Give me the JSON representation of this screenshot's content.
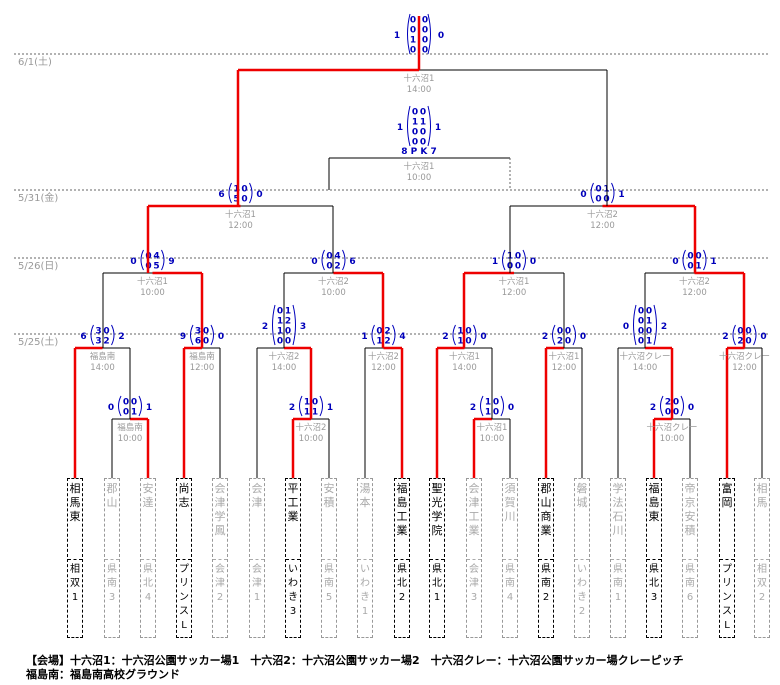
{
  "dates": [
    "6/1(土)",
    "5/31(金)",
    "5/26(日)",
    "5/25(土)"
  ],
  "teams": [
    {
      "name": "相馬東",
      "league": "相双1",
      "advanced": true
    },
    {
      "name": "郡山",
      "league": "県南3",
      "advanced": false
    },
    {
      "name": "安達",
      "league": "県北4",
      "advanced": false
    },
    {
      "name": "尚志",
      "league": "プリンスL",
      "advanced": true
    },
    {
      "name": "会津学鳳",
      "league": "会津2",
      "advanced": false
    },
    {
      "name": "会津",
      "league": "会津1",
      "advanced": false
    },
    {
      "name": "平工業",
      "league": "いわき3",
      "advanced": true
    },
    {
      "name": "安積",
      "league": "県南5",
      "advanced": false
    },
    {
      "name": "湯本",
      "league": "いわき1",
      "advanced": false
    },
    {
      "name": "福島工業",
      "league": "県北2",
      "advanced": true
    },
    {
      "name": "聖光学院",
      "league": "県北1",
      "advanced": true
    },
    {
      "name": "会津工業",
      "league": "会津3",
      "advanced": false
    },
    {
      "name": "須賀川",
      "league": "県南4",
      "advanced": false
    },
    {
      "name": "郡山商業",
      "league": "県南2",
      "advanced": true
    },
    {
      "name": "磐城",
      "league": "いわき2",
      "advanced": false
    },
    {
      "name": "学法石川",
      "league": "県南1",
      "advanced": false
    },
    {
      "name": "福島東",
      "league": "県北3",
      "advanced": true
    },
    {
      "name": "帝京安積",
      "league": "県南6",
      "advanced": false
    },
    {
      "name": "富岡",
      "league": "プリンスL",
      "advanced": true
    },
    {
      "name": "相馬",
      "league": "相双2",
      "advanced": false
    }
  ],
  "matches": {
    "final": {
      "venue": "十六沼1",
      "time": "14:00",
      "left": "1",
      "right": "0",
      "ht": [
        [
          "0",
          "0"
        ],
        [
          "0",
          "0"
        ],
        [
          "1",
          "0"
        ],
        [
          "0",
          "0"
        ]
      ]
    },
    "third": {
      "venue": "十六沼1",
      "time": "10:00",
      "left": "1",
      "right": "1",
      "ht": [
        [
          "0",
          "0"
        ],
        [
          "1",
          "1"
        ],
        [
          "0",
          "0"
        ],
        [
          "0",
          "0"
        ]
      ],
      "pk": "8 P K 7"
    },
    "sf1": {
      "venue": "十六沼1",
      "time": "12:00",
      "left": "6",
      "right": "0",
      "ht": [
        [
          "1",
          "0"
        ],
        [
          "5",
          "0"
        ]
      ]
    },
    "sf2": {
      "venue": "十六沼2",
      "time": "12:00",
      "left": "0",
      "right": "1",
      "ht": [
        [
          "0",
          "1"
        ],
        [
          "0",
          "0"
        ]
      ]
    },
    "qf1": {
      "venue": "十六沼1",
      "time": "10:00",
      "left": "0",
      "right": "9",
      "ht": [
        [
          "0",
          "4"
        ],
        [
          "0",
          "5"
        ]
      ]
    },
    "qf2": {
      "venue": "十六沼2",
      "time": "10:00",
      "left": "0",
      "right": "6",
      "ht": [
        [
          "0",
          "4"
        ],
        [
          "0",
          "2"
        ]
      ]
    },
    "qf3": {
      "venue": "十六沼1",
      "time": "12:00",
      "left": "1",
      "right": "0",
      "ht": [
        [
          "1",
          "0"
        ],
        [
          "0",
          "0"
        ]
      ]
    },
    "qf4": {
      "venue": "十六沼2",
      "time": "12:00",
      "left": "0",
      "right": "1",
      "ht": [
        [
          "0",
          "0"
        ],
        [
          "0",
          "1"
        ]
      ]
    },
    "r2a": {
      "venue": "福島南",
      "time": "14:00",
      "left": "6",
      "right": "2",
      "ht": [
        [
          "3",
          "0"
        ],
        [
          "3",
          "2"
        ]
      ]
    },
    "r2b": {
      "venue": "福島南",
      "time": "12:00",
      "left": "9",
      "right": "0",
      "ht": [
        [
          "3",
          "0"
        ],
        [
          "6",
          "0"
        ]
      ]
    },
    "r2c": {
      "venue": "十六沼2",
      "time": "14:00",
      "left": "2",
      "right": "3",
      "ht": [
        [
          "0",
          "1"
        ],
        [
          "1",
          "2"
        ],
        [
          "1",
          "0"
        ],
        [
          "0",
          "0"
        ]
      ]
    },
    "r2d": {
      "venue": "十六沼2",
      "time": "12:00",
      "left": "1",
      "right": "4",
      "ht": [
        [
          "0",
          "2"
        ],
        [
          "1",
          "2"
        ]
      ]
    },
    "r2e": {
      "venue": "十六沼1",
      "time": "14:00",
      "left": "2",
      "right": "0",
      "ht": [
        [
          "1",
          "0"
        ],
        [
          "1",
          "0"
        ]
      ]
    },
    "r2f": {
      "venue": "十六沼1",
      "time": "12:00",
      "left": "2",
      "right": "0",
      "ht": [
        [
          "0",
          "0"
        ],
        [
          "2",
          "0"
        ]
      ]
    },
    "r2g": {
      "venue": "十六沼クレー",
      "time": "14:00",
      "left": "0",
      "right": "2",
      "ht": [
        [
          "0",
          "0"
        ],
        [
          "0",
          "1"
        ],
        [
          "0",
          "0"
        ],
        [
          "0",
          "1"
        ]
      ]
    },
    "r2h": {
      "venue": "十六沼クレー",
      "time": "12:00",
      "left": "2",
      "right": "0",
      "ht": [
        [
          "0",
          "0"
        ],
        [
          "2",
          "0"
        ]
      ]
    },
    "r1a": {
      "venue": "福島南",
      "time": "10:00",
      "left": "0",
      "right": "1",
      "ht": [
        [
          "0",
          "0"
        ],
        [
          "0",
          "1"
        ]
      ]
    },
    "r1b": {
      "venue": "十六沼2",
      "time": "10:00",
      "left": "2",
      "right": "1",
      "ht": [
        [
          "1",
          "0"
        ],
        [
          "1",
          "1"
        ]
      ]
    },
    "r1c": {
      "venue": "十六沼1",
      "time": "10:00",
      "left": "2",
      "right": "0",
      "ht": [
        [
          "1",
          "0"
        ],
        [
          "1",
          "0"
        ]
      ]
    },
    "r1d": {
      "venue": "十六沼クレー",
      "time": "10:00",
      "left": "2",
      "right": "0",
      "ht": [
        [
          "2",
          "0"
        ],
        [
          "0",
          "0"
        ]
      ]
    }
  },
  "footer": {
    "line1": "【会場】十六沼1：十六沼公園サッカー場1　十六沼2：十六沼公園サッカー場2　十六沼クレー：十六沼公園サッカー場クレーピッチ",
    "line2": "福島南：福島南高校グラウンド"
  },
  "colors": {
    "win": "#ee0000",
    "line": "#000000",
    "score": "#0000bb",
    "muted": "#999999"
  }
}
